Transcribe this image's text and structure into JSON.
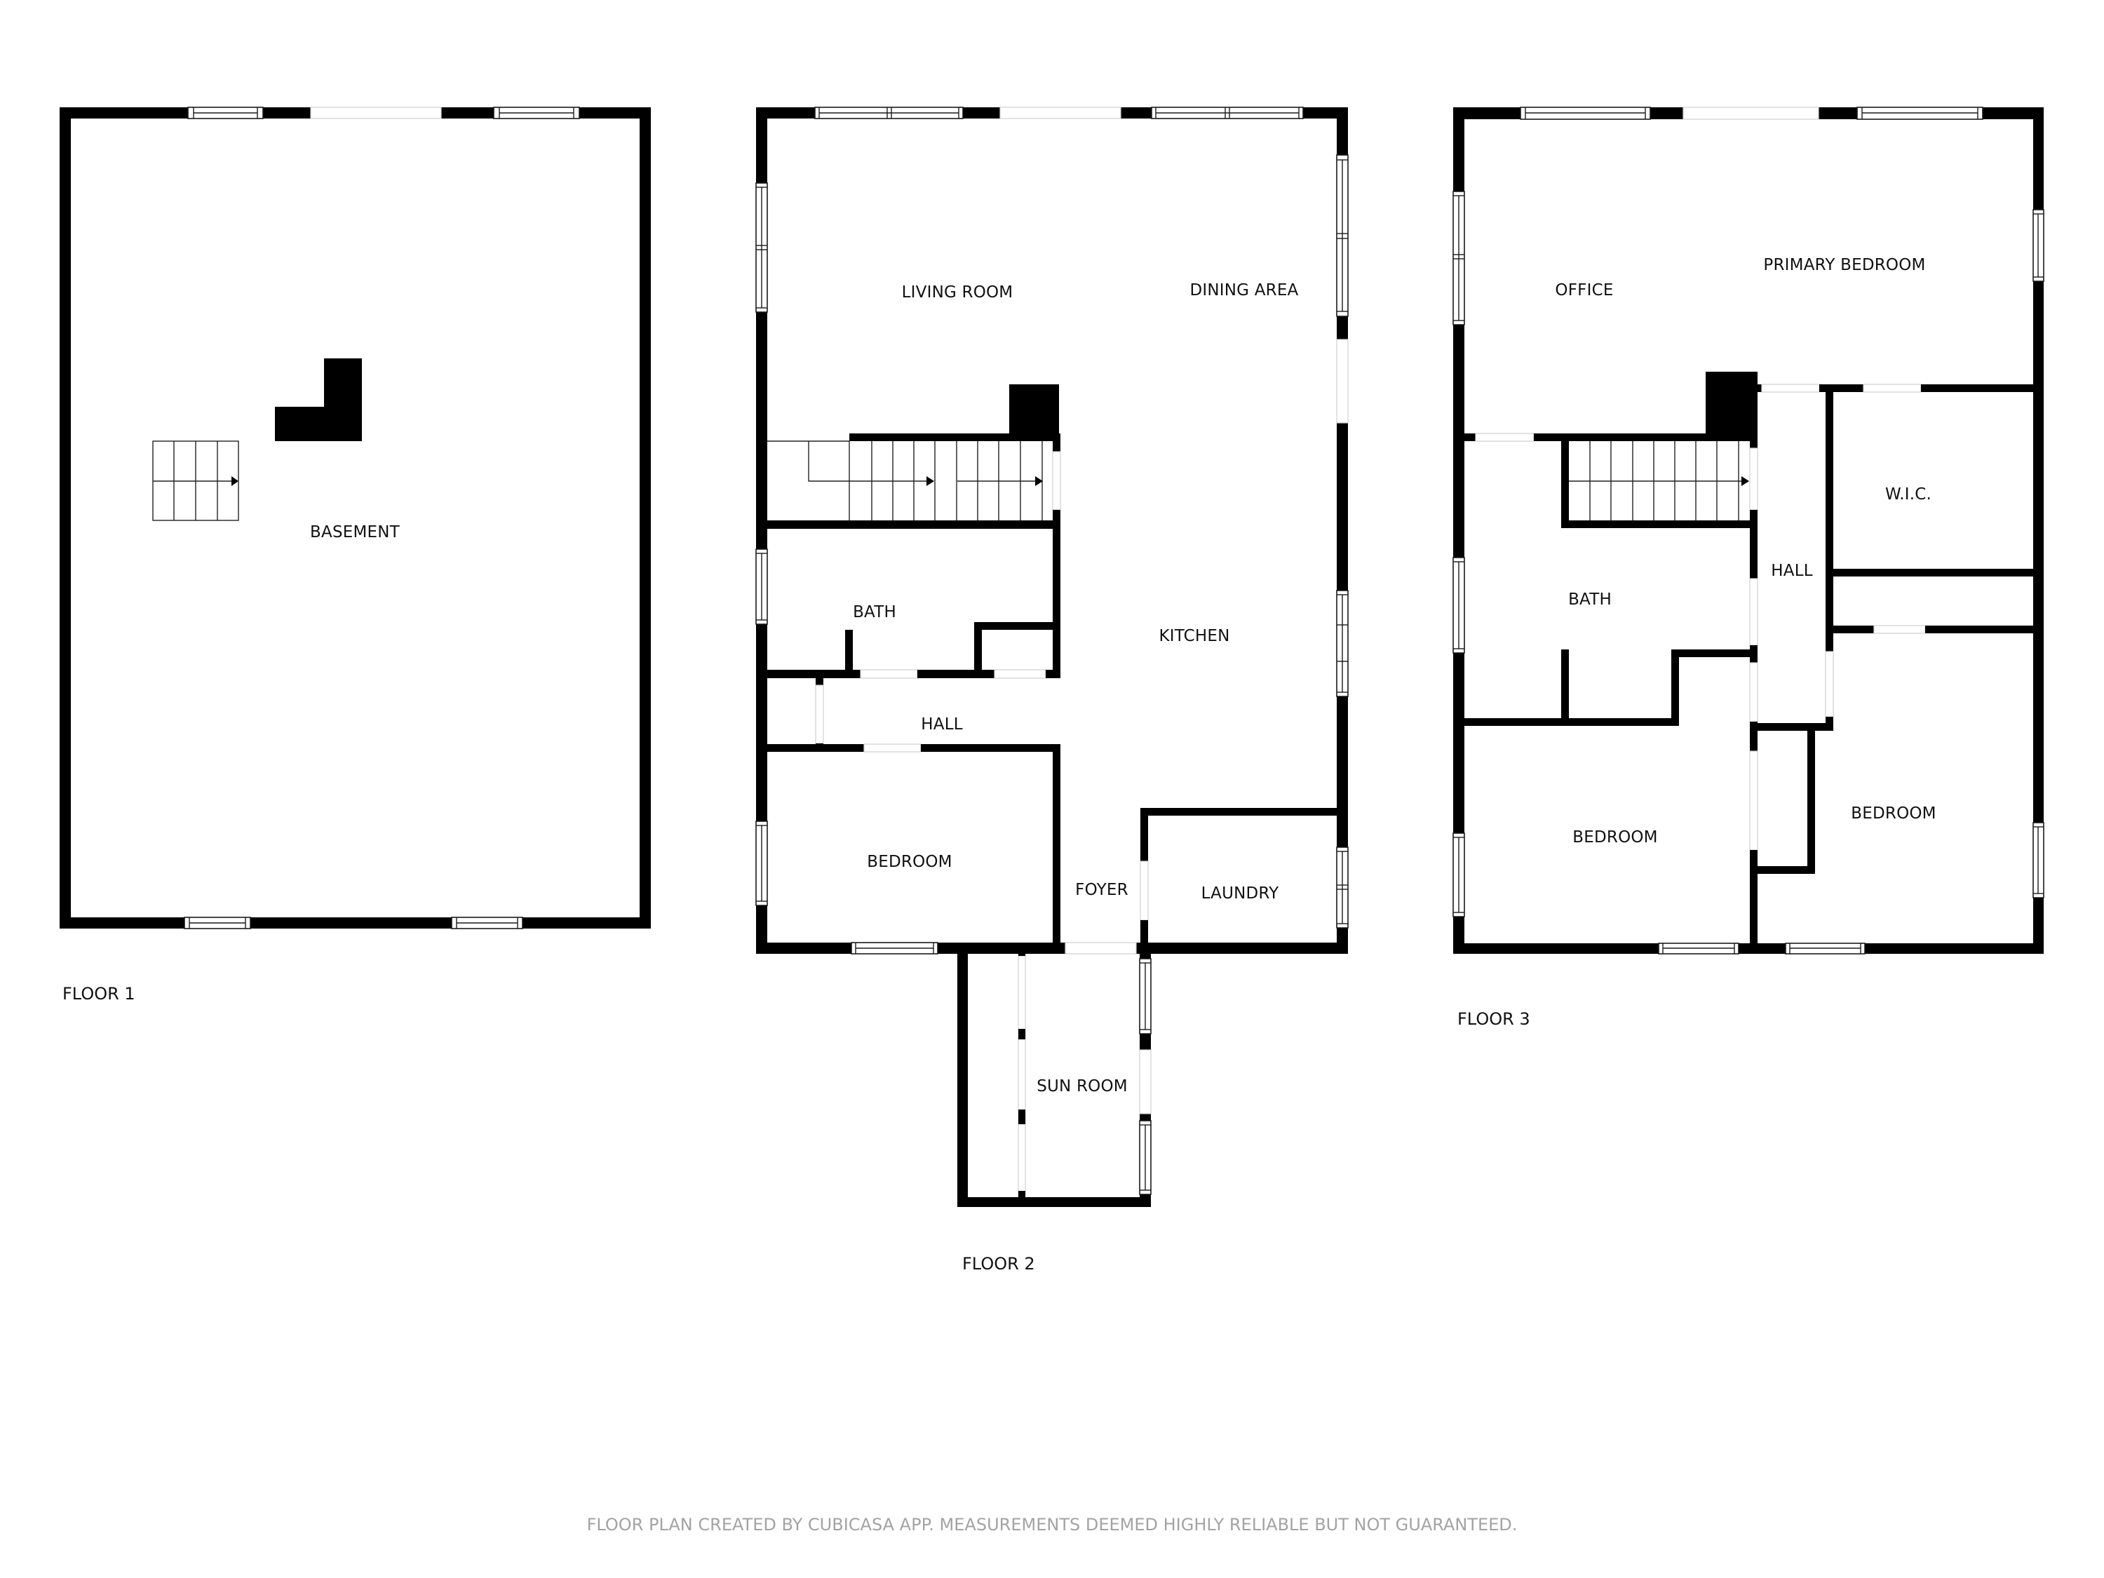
{
  "floors": [
    {
      "label": "FLOOR 1",
      "rooms": [
        {
          "name": "BASEMENT"
        }
      ]
    },
    {
      "label": "FLOOR 2",
      "rooms": [
        {
          "name": "LIVING ROOM"
        },
        {
          "name": "DINING AREA"
        },
        {
          "name": "BATH"
        },
        {
          "name": "KITCHEN"
        },
        {
          "name": "HALL"
        },
        {
          "name": "BEDROOM"
        },
        {
          "name": "FOYER"
        },
        {
          "name": "LAUNDRY"
        },
        {
          "name": "SUN ROOM"
        }
      ]
    },
    {
      "label": "FLOOR 3",
      "rooms": [
        {
          "name": "OFFICE"
        },
        {
          "name": "PRIMARY BEDROOM"
        },
        {
          "name": "W.I.C."
        },
        {
          "name": "HALL"
        },
        {
          "name": "BATH"
        },
        {
          "name": "BEDROOM"
        },
        {
          "name": "BEDROOM"
        }
      ]
    }
  ],
  "footer": {
    "disclaimer": "FLOOR PLAN CREATED BY CUBICASA APP. MEASUREMENTS DEEMED HIGHLY RELIABLE BUT NOT GUARANTEED."
  },
  "colors": {
    "wall": "#000000",
    "background": "#ffffff",
    "footer_text": "#a3a3a3"
  }
}
